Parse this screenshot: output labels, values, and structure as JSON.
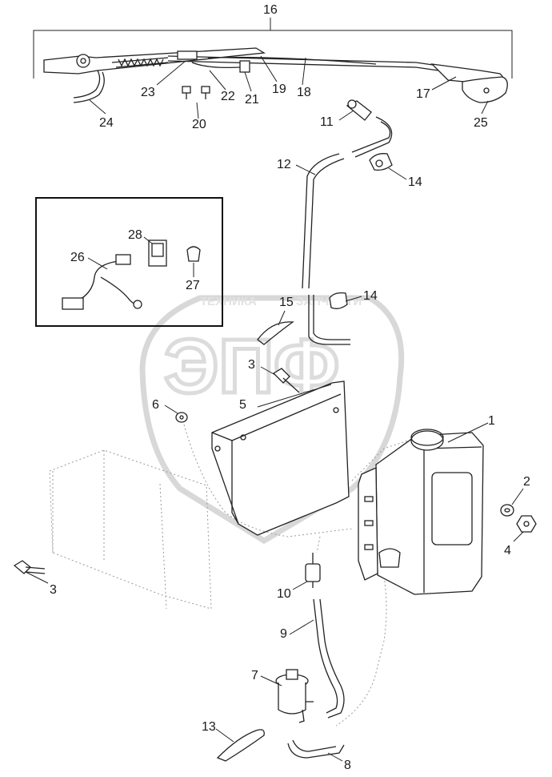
{
  "watermark": {
    "left_text": "ТЕХНИКА",
    "right_text": "ЗАПЧАСТИ",
    "logo_letters": "ЭПФ"
  },
  "callouts": {
    "c1": "1",
    "c2": "2",
    "c3a": "3",
    "c3b": "3",
    "c4": "4",
    "c5": "5",
    "c6": "6",
    "c7": "7",
    "c8": "8",
    "c9": "9",
    "c10": "10",
    "c11": "11",
    "c12": "12",
    "c13": "13",
    "c14a": "14",
    "c14b": "14",
    "c15": "15",
    "c16": "16",
    "c17": "17",
    "c18": "18",
    "c19": "19",
    "c20": "20",
    "c21": "21",
    "c22": "22",
    "c23": "23",
    "c24": "24",
    "c25": "25",
    "c26": "26",
    "c27": "27",
    "c28": "28"
  }
}
